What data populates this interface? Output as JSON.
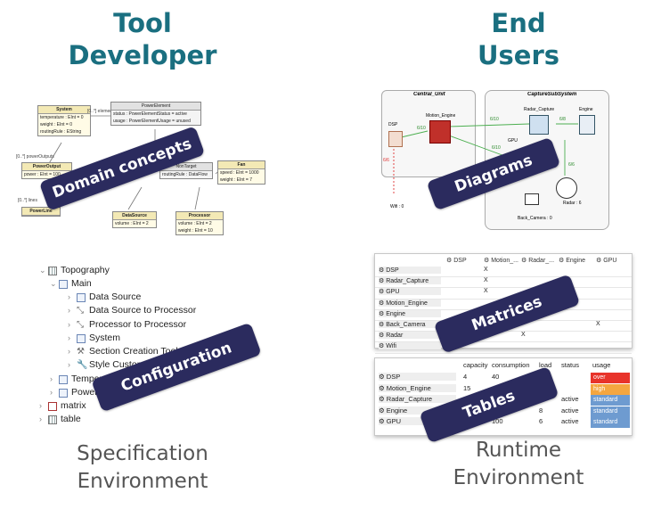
{
  "headings": {
    "tool_developer": [
      "Tool",
      "Developer"
    ],
    "end_users": [
      "End",
      "Users"
    ]
  },
  "environments": {
    "specification": [
      "Specification",
      "Environment"
    ],
    "runtime": [
      "Runtime",
      "Environment"
    ]
  },
  "banners": {
    "domain_concepts": "Domain concepts",
    "configuration": "Configuration",
    "diagrams": "Diagrams",
    "matrices": "Matrices",
    "tables": "Tables"
  },
  "domain_model": {
    "system": {
      "title": "System",
      "attrs": [
        "temperature : EInt = 0",
        "weight : EInt = 0",
        "routingRule : EString"
      ]
    },
    "power_element": {
      "title": "PowerElement",
      "attrs": [
        "status : PowerElementStatus = active",
        "usage : PowerElementUsage = unused"
      ]
    },
    "power_output": {
      "title": "PowerOutput",
      "attrs": [
        "power : EInt = 100"
      ]
    },
    "non_target": {
      "title": "NonTarget",
      "attrs": [
        "routingRule : DataFlow"
      ]
    },
    "fan": {
      "title": "Fan",
      "attrs": [
        "speed : EInt = 1000",
        "weight : EInt = 7"
      ]
    },
    "power_line": {
      "title": "PowerLine",
      "attrs": []
    },
    "data_source": {
      "title": "DataSource",
      "attrs": [
        "volume : EInt = 2"
      ]
    },
    "processor": {
      "title": "Processor",
      "attrs": [
        "volume : EInt = 2",
        "weight : EInt = 10"
      ]
    },
    "labels": [
      "[0..*] elements",
      "[0..*] powerOutputs",
      "[0..*] lines"
    ]
  },
  "tree": {
    "items": [
      {
        "label": "Topography",
        "depth": 0,
        "chev": "⌄",
        "icon": "grid"
      },
      {
        "label": "Main",
        "depth": 1,
        "chev": "⌄",
        "icon": "box"
      },
      {
        "label": "Data Source",
        "depth": 2,
        "chev": "›",
        "icon": "box"
      },
      {
        "label": "Data Source to Processor",
        "depth": 2,
        "chev": "›",
        "icon": "edge"
      },
      {
        "label": "Processor  to Processor",
        "depth": 2,
        "chev": "›",
        "icon": "edge"
      },
      {
        "label": "System",
        "depth": 2,
        "chev": "›",
        "icon": "box"
      },
      {
        "label": "Section Creation Tools",
        "depth": 2,
        "chev": "›",
        "icon": "tools"
      },
      {
        "label": "Style Customizations",
        "depth": 2,
        "chev": "›",
        "icon": "tools"
      },
      {
        "label": "Temperature",
        "depth": 1,
        "chev": "›",
        "icon": "box"
      },
      {
        "label": "Power",
        "depth": 1,
        "chev": "›",
        "icon": "box"
      },
      {
        "label": "matrix",
        "depth": 0,
        "chev": "›",
        "icon": "mat"
      },
      {
        "label": "table",
        "depth": 0,
        "chev": "›",
        "icon": "grid"
      }
    ]
  },
  "diagram": {
    "left_container": "Central_Unit",
    "right_container": "CaptureSubSystem",
    "nodes": [
      "DSP",
      "Motion_Engine",
      "Radar_Capture",
      "Engine",
      "GPU",
      "Back_Camera : 0",
      "Radar : 6",
      "Wifi : 0"
    ],
    "edge_labels": [
      "6/10",
      "6/10",
      "6/10",
      "6/8",
      "6/6",
      "6/6",
      "6/6"
    ]
  },
  "matrix": {
    "cols": [
      "DSP",
      "Motion_...",
      "Radar_...",
      "Engine",
      "GPU"
    ],
    "rows": [
      "DSP",
      "Radar_Capture",
      "GPU",
      "Motion_Engine",
      "Engine",
      "Back_Camera",
      "Radar",
      "Wifi"
    ],
    "marks": [
      [
        0,
        1
      ],
      [
        1,
        1
      ],
      [
        2,
        1
      ],
      [
        5,
        4
      ],
      [
        6,
        2
      ]
    ],
    "mark_char": "X"
  },
  "table": {
    "headers": [
      "capacity",
      "consumption",
      "load",
      "status",
      "usage"
    ],
    "rows": [
      {
        "name": "DSP",
        "capacity": "4",
        "consumption": "40",
        "load": "",
        "status": "",
        "usage": "over"
      },
      {
        "name": "Motion_Engine",
        "capacity": "15",
        "consumption": "",
        "load": "",
        "status": "",
        "usage": "high"
      },
      {
        "name": "Radar_Capture",
        "capacity": "",
        "consumption": "",
        "load": "",
        "status": "active",
        "usage": "standard"
      },
      {
        "name": "Engine",
        "capacity": "",
        "consumption": "",
        "load": "8",
        "status": "active",
        "usage": "standard"
      },
      {
        "name": "GPU",
        "capacity": "",
        "consumption": "100",
        "load": "6",
        "status": "active",
        "usage": "standard"
      }
    ],
    "usage_colors": {
      "over": "#e8332a",
      "high": "#f4a640",
      "standard": "#6e9bd0"
    }
  },
  "colors": {
    "heading": "#1a6f80",
    "banner": "#2b2b5e"
  }
}
